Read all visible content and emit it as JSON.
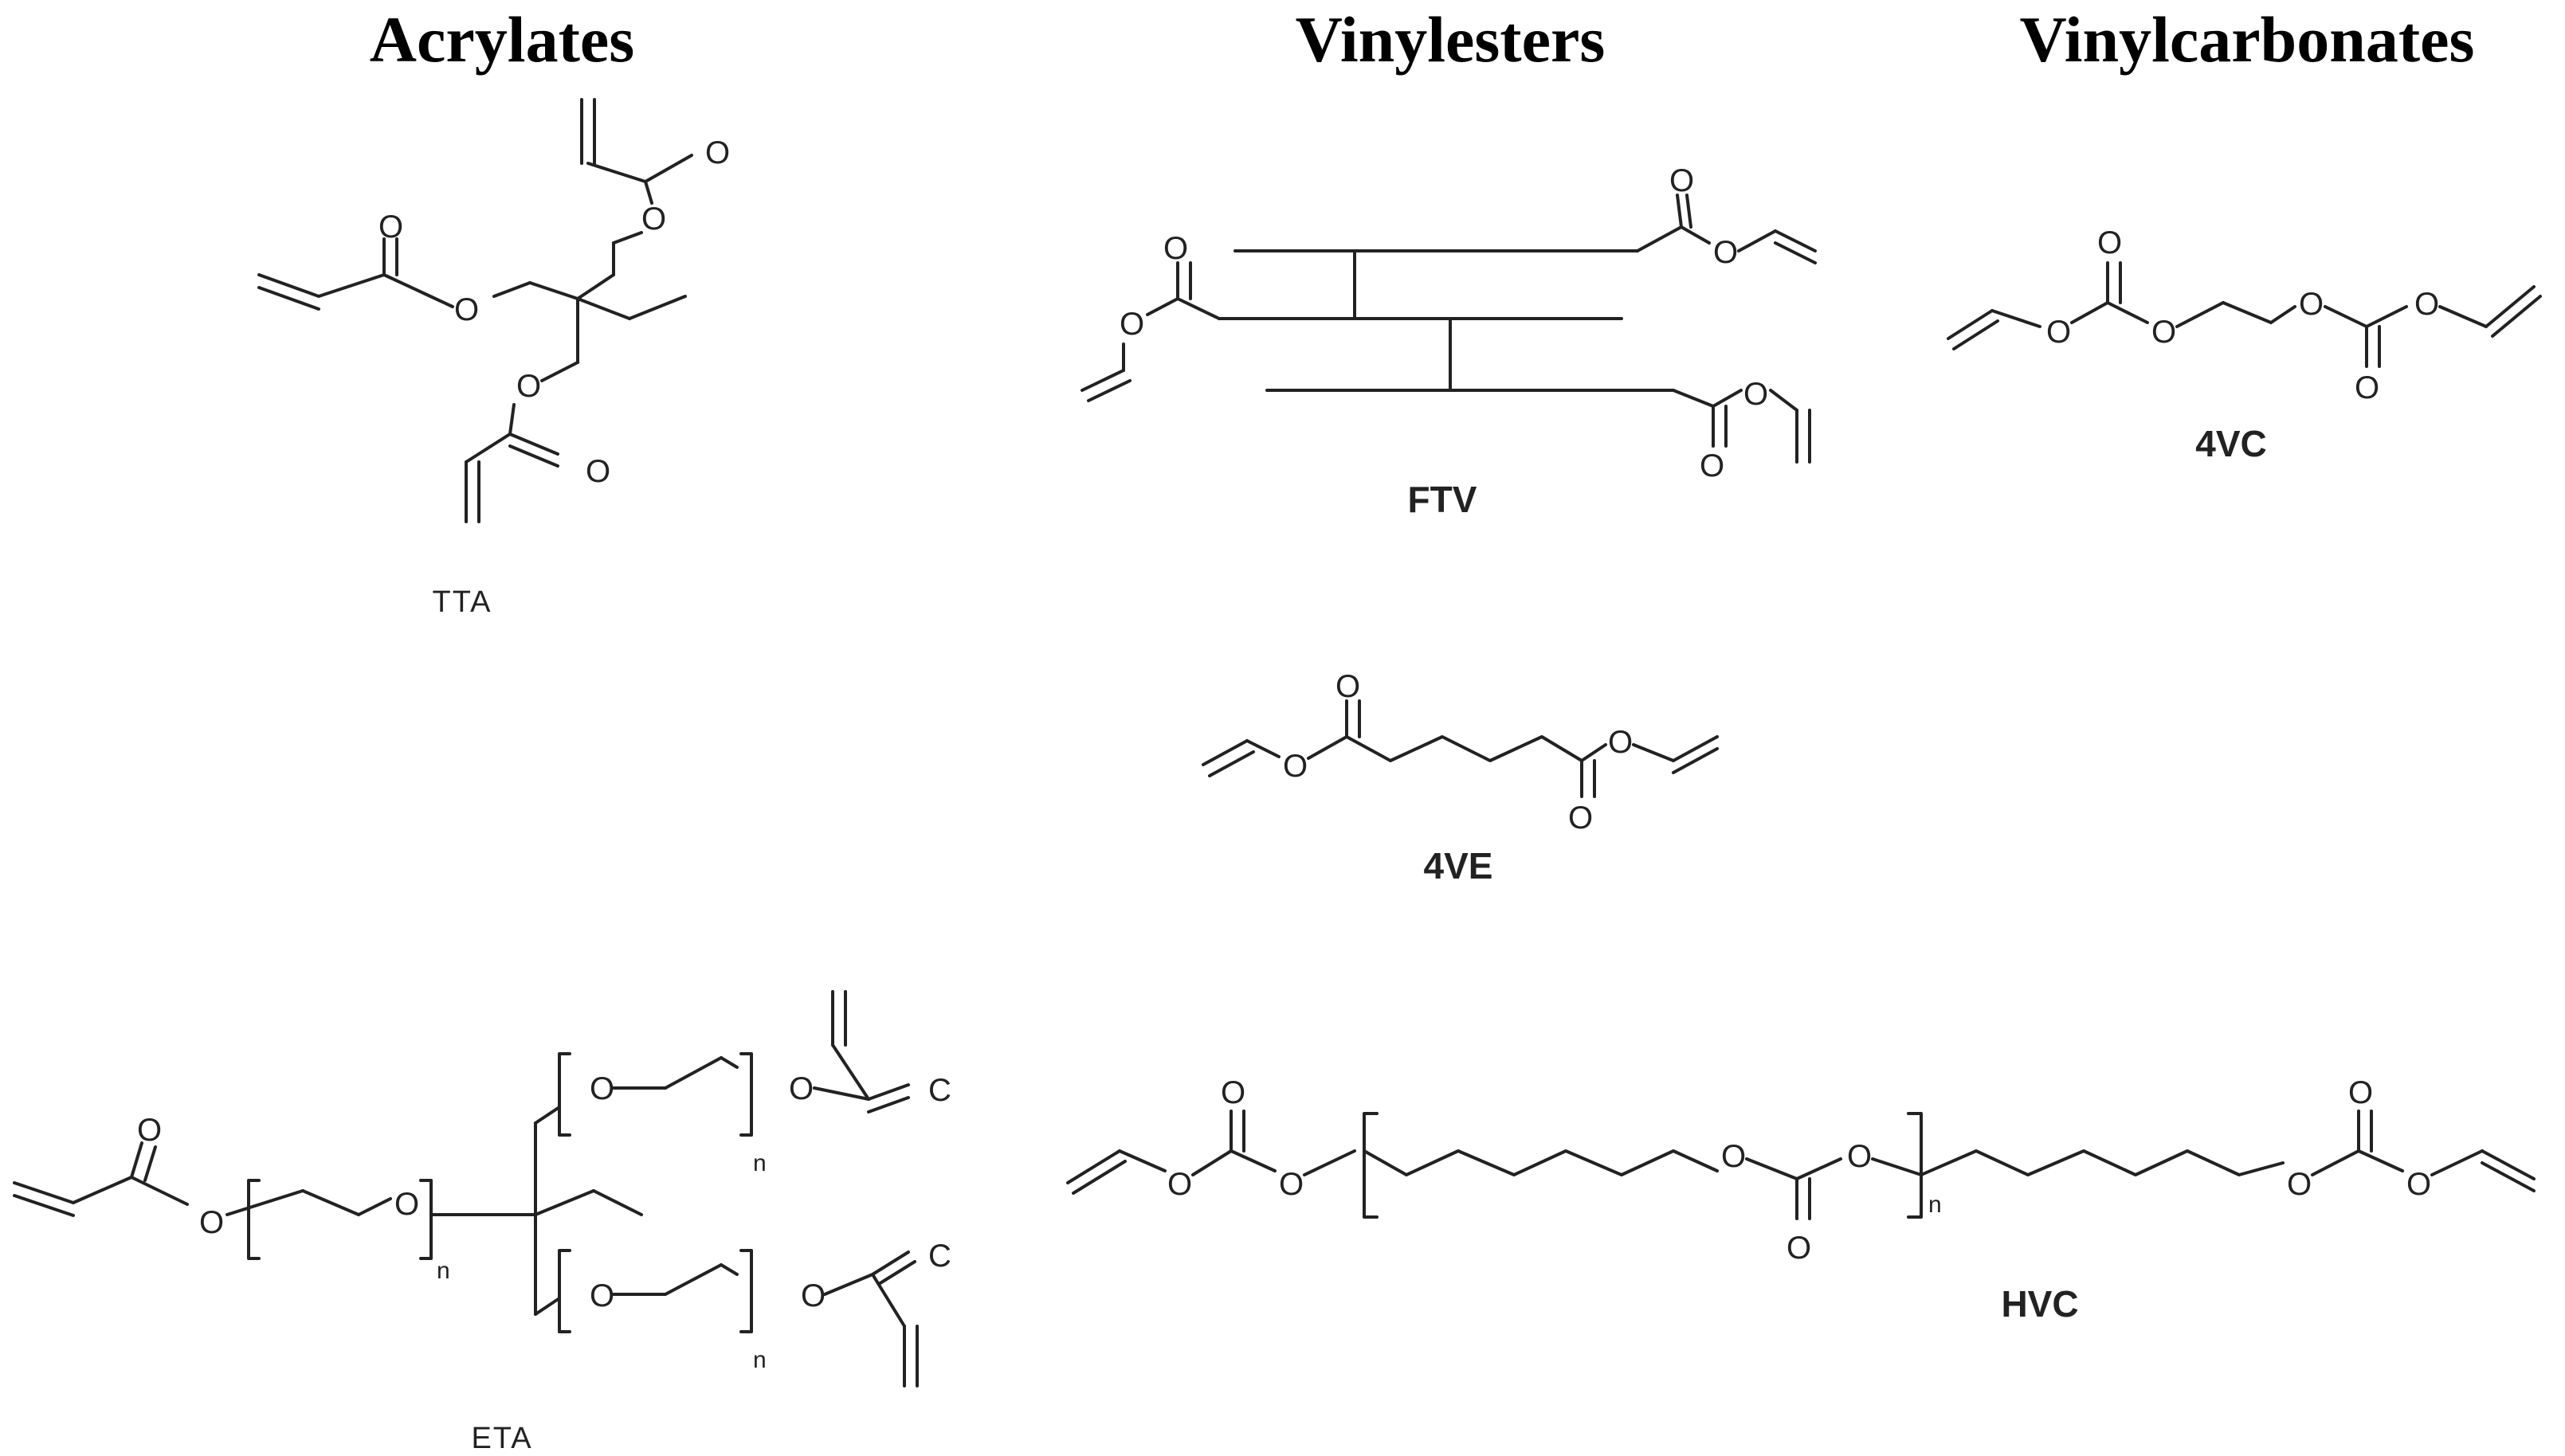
{
  "categories": {
    "acrylates": "Acrylates",
    "vinylesters": "Vinylesters",
    "vinylcarbonates": "Vinylcarbonates"
  },
  "molecules": {
    "tta": "TTA",
    "eta": "ETA",
    "ftv": "FTV",
    "fourve": "4VE",
    "fourvc": "4VC",
    "hvc": "HVC"
  },
  "atoms": {
    "oxygen": "O",
    "carbon": "C",
    "repeat_n": "n"
  }
}
